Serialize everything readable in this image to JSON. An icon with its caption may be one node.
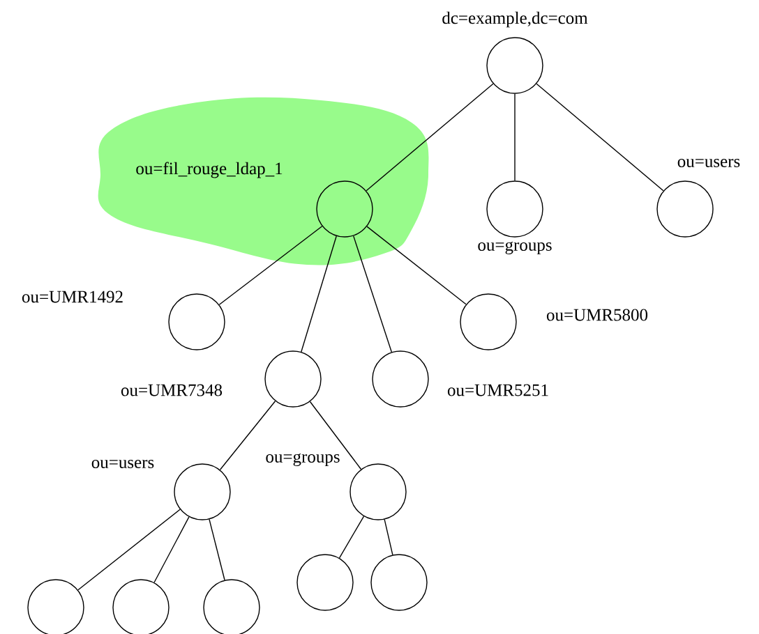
{
  "diagram": {
    "nodes": [
      {
        "text": [],
        "shape": "circle",
        "beside": [
          "dc=example,dc=com"
        ]
      },
      {
        "text": [],
        "shape": "circle",
        "beside": [
          "ou=fil_rouge_ldap_1"
        ]
      },
      {
        "text": [],
        "shape": "circle",
        "beside": [
          "ou=groups"
        ]
      },
      {
        "text": [],
        "shape": "circle",
        "beside": [
          "ou=users"
        ]
      },
      {
        "text": [],
        "shape": "circle",
        "beside": [
          "ou=UMR1492"
        ]
      },
      {
        "text": [],
        "shape": "circle",
        "beside": [
          "ou=UMR7348"
        ]
      },
      {
        "text": [],
        "shape": "circle",
        "beside": [
          "ou=UMR5251"
        ]
      },
      {
        "text": [],
        "shape": "circle",
        "beside": [
          "ou=UMR5800"
        ]
      },
      {
        "text": [],
        "shape": "circle",
        "beside": [
          "ou=users"
        ]
      },
      {
        "text": [],
        "shape": "circle",
        "beside": [
          "ou=groups"
        ]
      },
      {
        "text": [],
        "shape": "circle"
      },
      {
        "text": [],
        "shape": "circle"
      },
      {
        "text": [],
        "shape": "circle"
      },
      {
        "text": [],
        "shape": "circle"
      },
      {
        "text": [],
        "shape": "circle"
      }
    ],
    "edges": [
      {
        "from": 0,
        "to": 1,
        "arrow": "none"
      },
      {
        "from": 0,
        "to": 2,
        "arrow": "none"
      },
      {
        "from": 0,
        "to": 3,
        "arrow": "none"
      },
      {
        "from": 1,
        "to": 4,
        "arrow": "none"
      },
      {
        "from": 1,
        "to": 5,
        "arrow": "none"
      },
      {
        "from": 1,
        "to": 6,
        "arrow": "none"
      },
      {
        "from": 1,
        "to": 7,
        "arrow": "none"
      },
      {
        "from": 5,
        "to": 8,
        "arrow": "none"
      },
      {
        "from": 5,
        "to": 9,
        "arrow": "none"
      },
      {
        "from": 8,
        "to": 10,
        "arrow": "none"
      },
      {
        "from": 8,
        "to": 11,
        "arrow": "none"
      },
      {
        "from": 8,
        "to": 12,
        "arrow": "none"
      },
      {
        "from": 9,
        "to": 13,
        "arrow": "none"
      },
      {
        "from": 9,
        "to": 14,
        "arrow": "none"
      }
    ]
  }
}
